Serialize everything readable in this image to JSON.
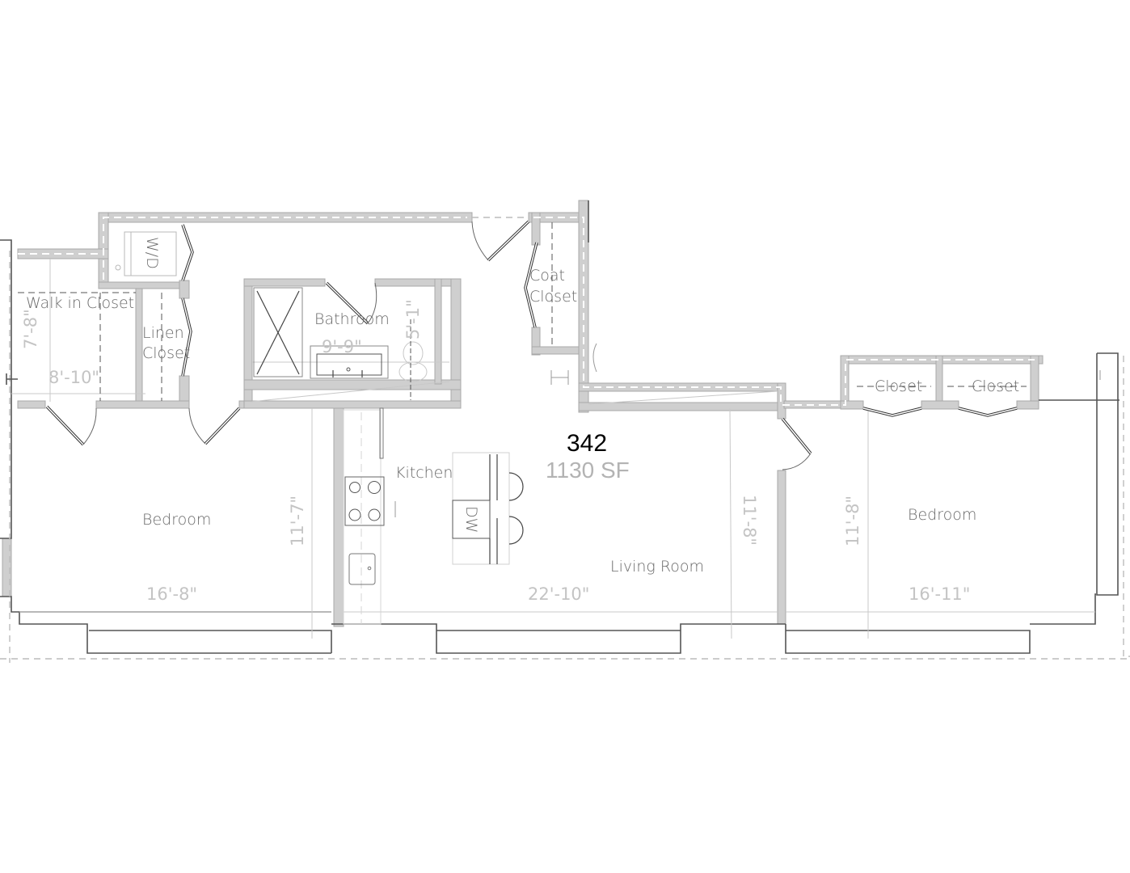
{
  "unit": {
    "number": "342",
    "area": "1130 SF"
  },
  "rooms": {
    "walk_in_closet": "Walk in Closet",
    "linen_closet_line1": "Linen",
    "linen_closet_line2": "Closet",
    "washer_dryer": "W/D",
    "bathroom": "Bathroom",
    "coat_closet_line1": "Coat",
    "coat_closet_line2": "Closet",
    "kitchen": "Kitchen",
    "dishwasher": "DW",
    "living_room": "Living Room",
    "bedroom_left": "Bedroom",
    "bedroom_right": "Bedroom",
    "closet_right_1": "Closet",
    "closet_right_2": "Closet"
  },
  "dimensions": {
    "walk_in_closet_height": "7'-8\"",
    "walk_in_closet_width": "8'-10\"",
    "bathroom_width": "9'-9\"",
    "bathroom_depth": "5'-1\"",
    "bedroom_left_width": "16'-8\"",
    "bedroom_left_depth": "11'-7\"",
    "living_room_width": "22'-10\"",
    "living_room_depth": "11'-8\"",
    "bedroom_right_width": "16'-11\"",
    "bedroom_right_depth": "11'-8\""
  },
  "colors": {
    "wall_fill": "#cfcfcf",
    "exterior_line": "#555555",
    "label": "#6a6a6a",
    "dimension": "#c4c4c4",
    "unit_number": "#000000",
    "area_text": "#b3b3b3"
  }
}
